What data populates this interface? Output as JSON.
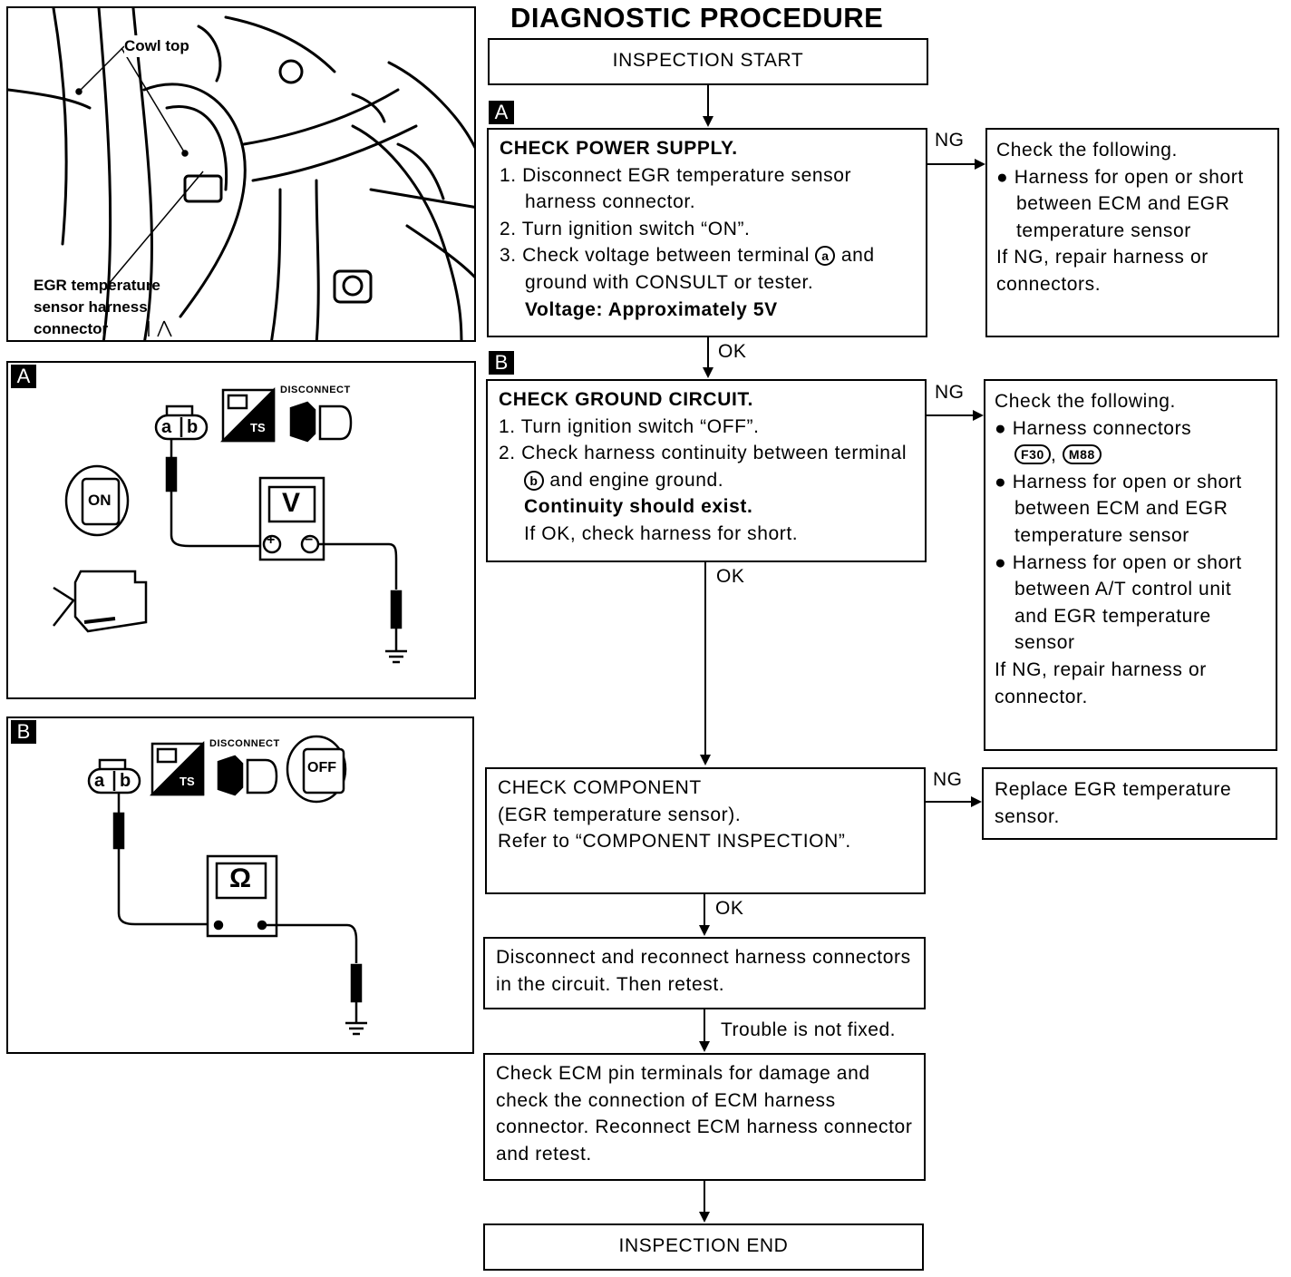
{
  "title": "DIAGNOSTIC PROCEDURE",
  "flow": {
    "start": "INSPECTION START",
    "end": "INSPECTION END",
    "step_a_tag": "A",
    "step_b_tag": "B",
    "check_power": {
      "heading": "CHECK POWER SUPPLY.",
      "l1": "1. Disconnect EGR temperature sensor harness connector.",
      "l2": "2. Turn ignition switch “ON”.",
      "l3_pre": "3. Check voltage between terminal ",
      "l3_term": "a",
      "l3_post": " and ground with CONSULT or tester.",
      "spec": "Voltage: Approximately 5V"
    },
    "check_ground": {
      "heading": "CHECK GROUND CIRCUIT.",
      "l1": "1. Turn ignition switch “OFF”.",
      "l2_pre": "2. Check harness continuity between terminal ",
      "l2_term": "b",
      "l2_post": " and engine ground.",
      "spec": "Continuity should exist.",
      "l3": "If OK, check harness for short."
    },
    "check_component": {
      "l1": "CHECK COMPONENT",
      "l2": "(EGR temperature sensor).",
      "l3": "Refer to “COMPONENT INSPECTION”."
    },
    "reconnect": "Disconnect and reconnect harness connectors in the circuit. Then retest.",
    "ecm_check": "Check ECM pin terminals for damage and check the connection of ECM harness connector. Reconnect ECM harness connector and retest.",
    "ng_power": {
      "head": "Check the following.",
      "b1": "Harness for open or short between ECM and EGR temperature sensor",
      "tail": "If NG, repair harness or connectors."
    },
    "ng_ground": {
      "head": "Check the following.",
      "b1": "Harness connectors",
      "conn1": "F30",
      "sep": ", ",
      "conn2": "M88",
      "b2": "Harness for open or short between ECM and EGR temperature sensor",
      "b3": "Harness for open or short between A/T control unit and EGR temperature sensor",
      "tail": "If NG, repair harness or connector."
    },
    "ng_component": "Replace EGR temperature sensor.",
    "labels": {
      "ng": "NG",
      "ok": "OK",
      "not_fixed": "Trouble is not fixed."
    }
  },
  "photo": {
    "cowl": "Cowl top",
    "sensor": "EGR temperature sensor harness connector"
  },
  "panel_a": {
    "tag": "A",
    "conn_a": "a",
    "conn_b": "b",
    "meter": "V",
    "disconnect": "DISCONNECT",
    "ts": "TS",
    "ign": "ON",
    "plus": "+",
    "minus": "−"
  },
  "panel_b": {
    "tag": "B",
    "conn_a": "a",
    "conn_b": "b",
    "meter": "Ω",
    "disconnect": "DISCONNECT",
    "ts": "TS",
    "ign": "OFF"
  }
}
